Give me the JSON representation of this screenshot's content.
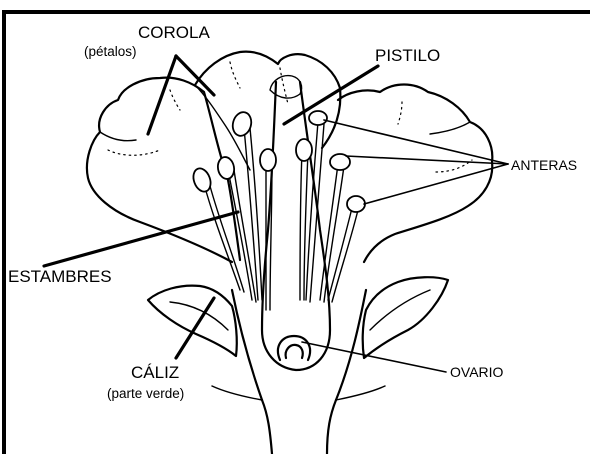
{
  "labels": {
    "corola": "COROLA",
    "corola_sub": "(pétalos)",
    "pistilo": "PISTILO",
    "anteras": "ANTERAS",
    "estambres": "ESTAMBRES",
    "caliz": "CÁLIZ",
    "caliz_sub": "(parte verde)",
    "ovario": "OVARIO"
  }
}
